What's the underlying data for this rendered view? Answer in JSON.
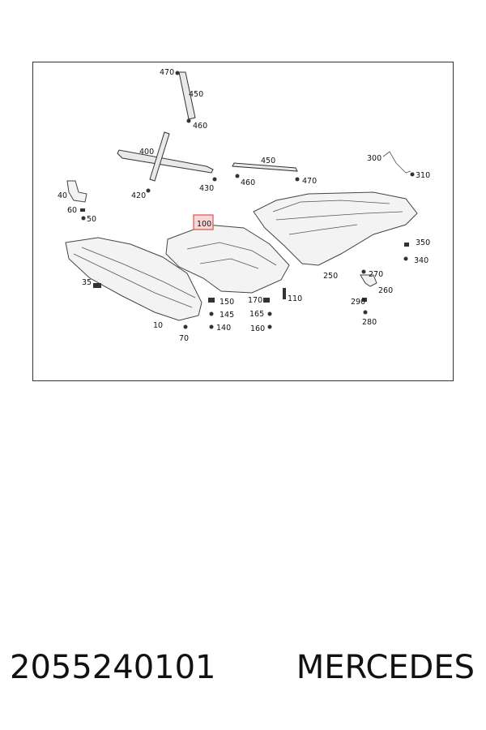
{
  "diagram": {
    "highlight_color": "#d9534f",
    "labels": {
      "l470a": "470",
      "l450a": "450",
      "l460a": "460",
      "l400": "400",
      "l420": "420",
      "l430": "430",
      "l450b": "450",
      "l460b": "460",
      "l470b": "470",
      "l300": "300",
      "l310": "310",
      "l40": "40",
      "l60": "60",
      "l50": "50",
      "l100": "100",
      "l35": "35",
      "l10": "10",
      "l70": "70",
      "l150": "150",
      "l145": "145",
      "l140": "140",
      "l170": "170",
      "l110": "110",
      "l165": "165",
      "l160": "160",
      "l250": "250",
      "l350": "350",
      "l340": "340",
      "l270": "270",
      "l260": "260",
      "l290": "290",
      "l280": "280"
    }
  },
  "footer": {
    "part_number": "2055240101",
    "brand": "MERCEDES"
  }
}
